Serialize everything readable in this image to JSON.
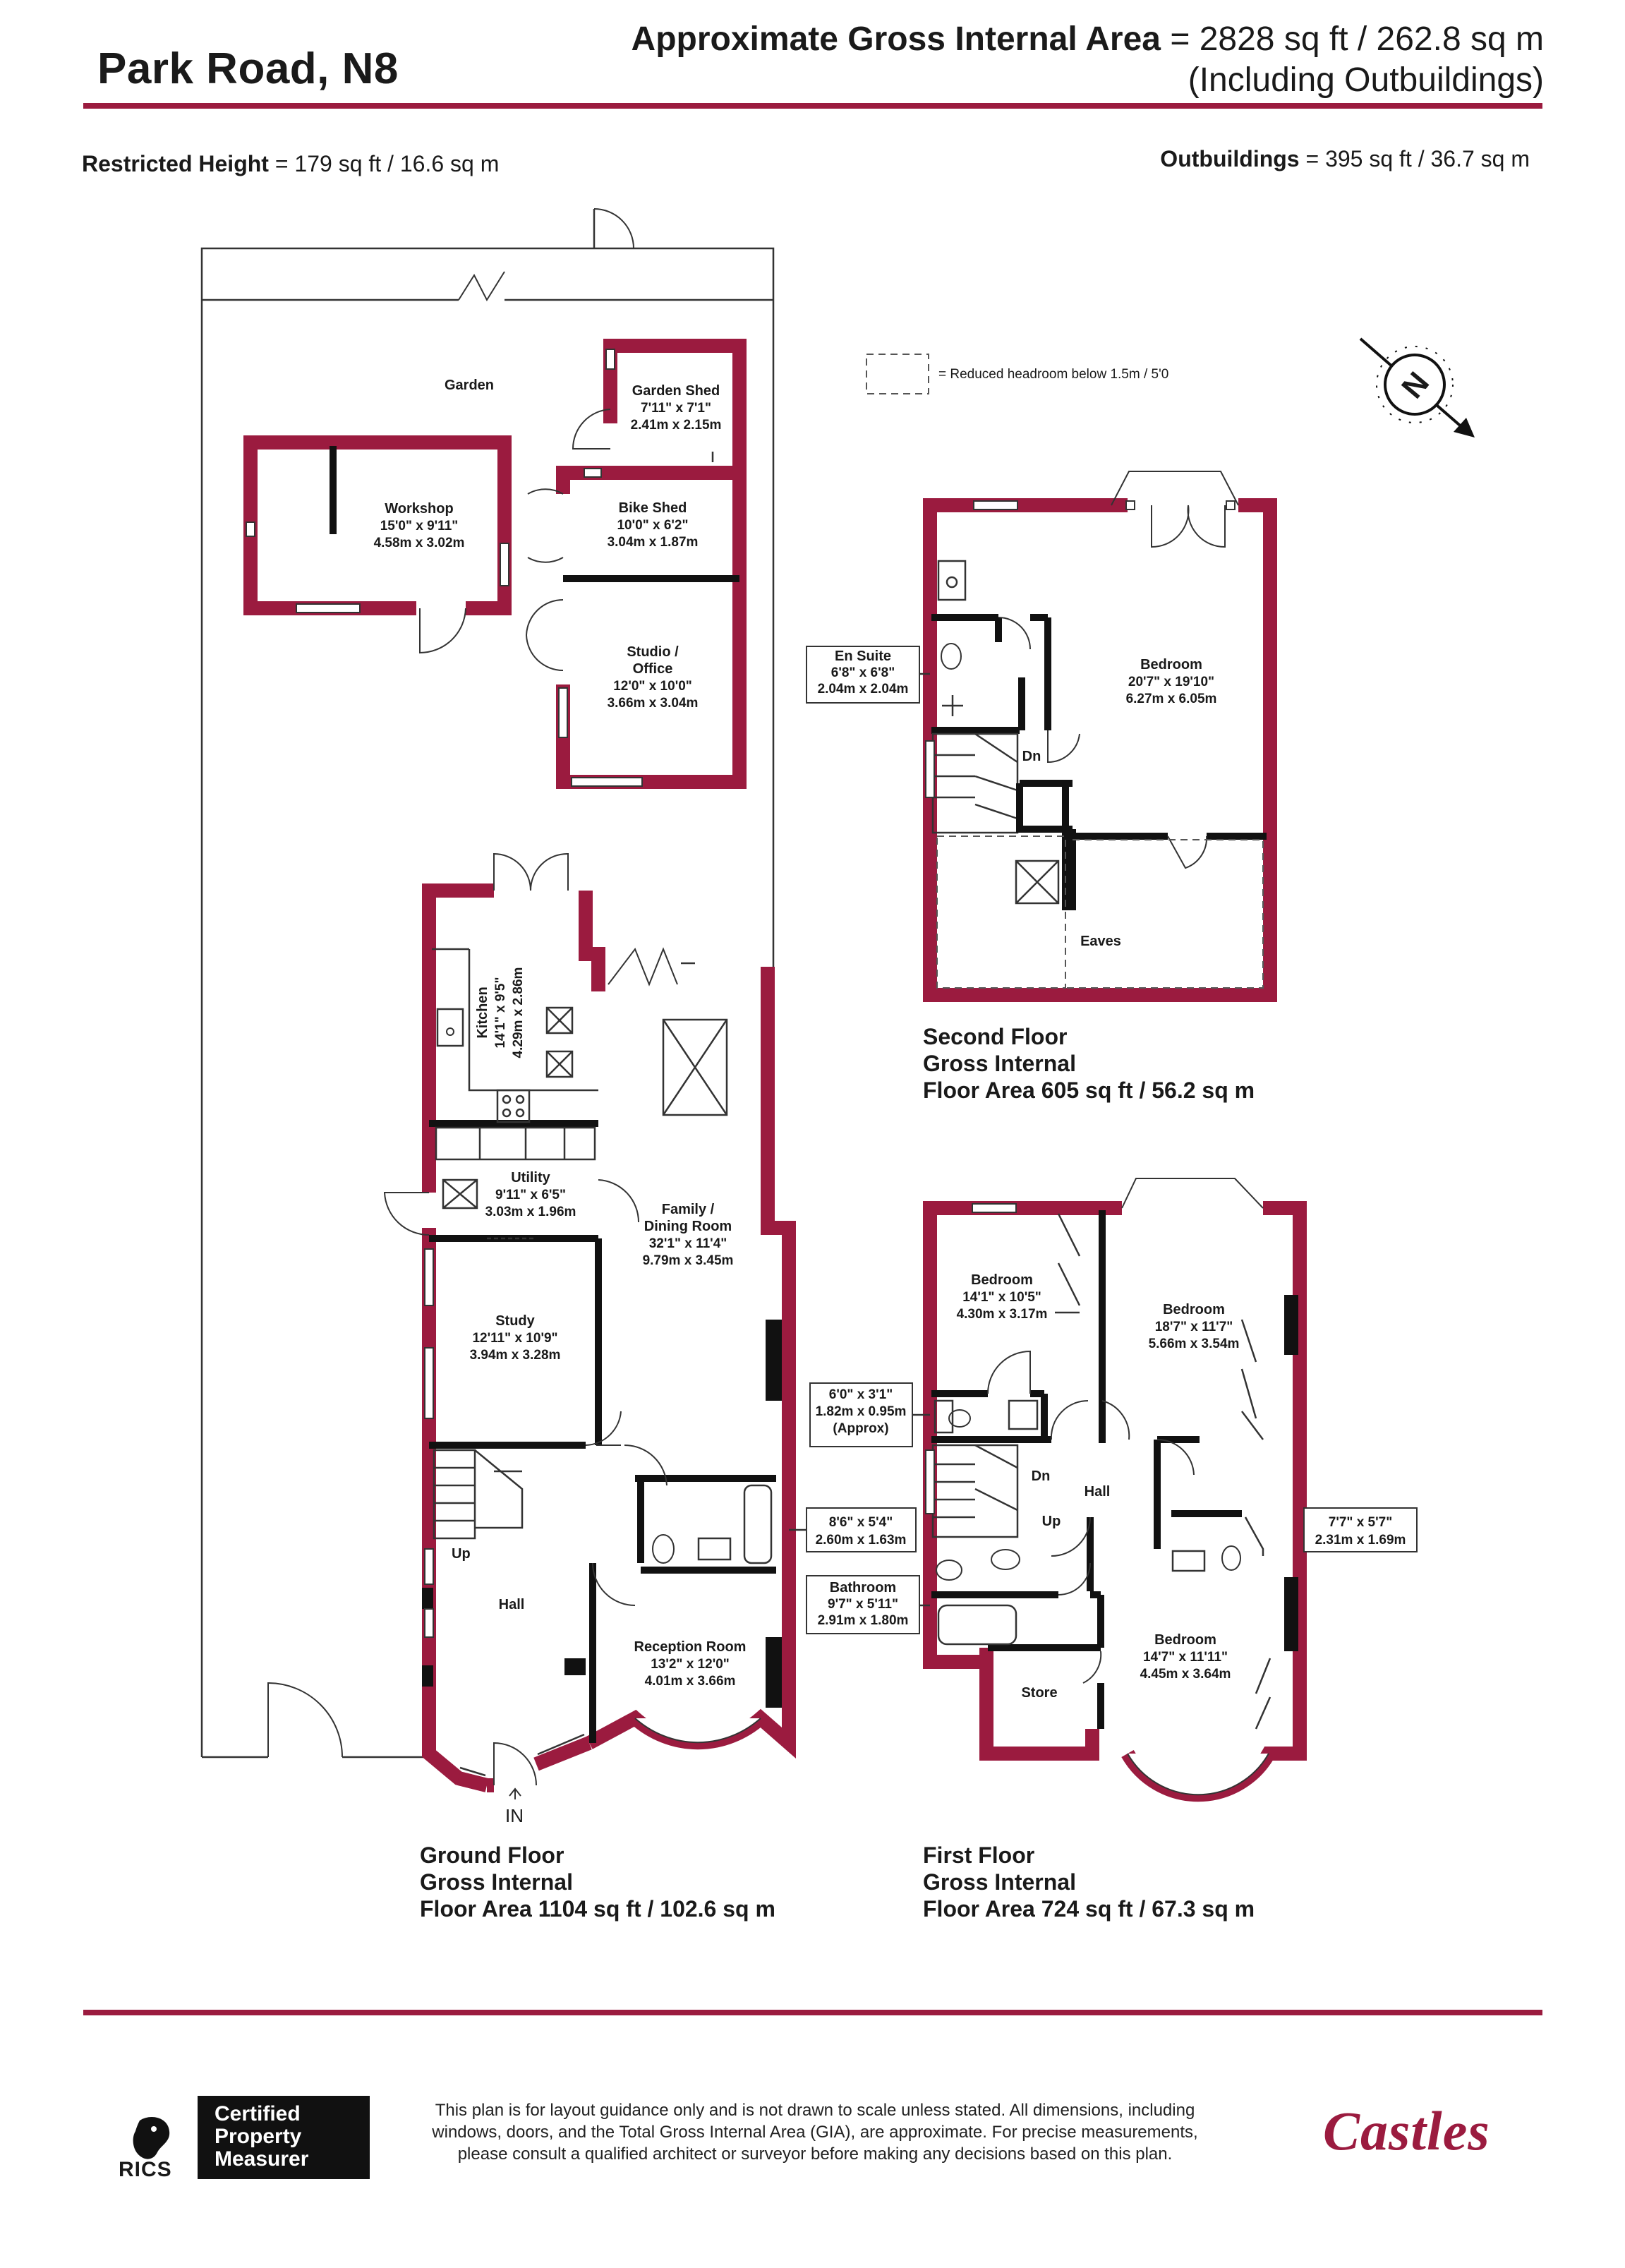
{
  "header": {
    "title": "Park Road, N8",
    "gia_label": "Approximate Gross Internal Area",
    "gia_value": " = 2828 sq ft / 262.8 sq m",
    "gia_note": "(Including Outbuildings)"
  },
  "summary": {
    "restricted_label": "Restricted Height",
    "restricted_value": " = 179 sq ft / 16.6 sq m",
    "outbuildings_label": "Outbuildings",
    "outbuildings_value": " = 395 sq ft / 36.7 sq m"
  },
  "legend": {
    "reduced_headroom": "= Reduced headroom below 1.5m / 5'0"
  },
  "compass": {
    "letter": "N"
  },
  "outbuildings": {
    "garden": "Garden",
    "garden_shed": [
      "Garden Shed",
      "7'11\" x 7'1\"",
      "2.41m x 2.15m"
    ],
    "bike_shed": [
      "Bike Shed",
      "10'0\" x 6'2\"",
      "3.04m x 1.87m"
    ],
    "workshop": [
      "Workshop",
      "15'0\" x 9'11\"",
      "4.58m x 3.02m"
    ],
    "studio": [
      "Studio /",
      "Office",
      "12'0\" x 10'0\"",
      "3.66m x 3.04m"
    ]
  },
  "ground_floor": {
    "kitchen": [
      "Kitchen",
      "14'1\" x 9'5\"",
      "4.29m x 2.86m"
    ],
    "utility": [
      "Utility",
      "9'11\" x 6'5\"",
      "3.03m x 1.96m"
    ],
    "family": [
      "Family /",
      "Dining Room",
      "32'1\" x 11'4\"",
      "9.79m x 3.45m"
    ],
    "study": [
      "Study",
      "12'11\" x 10'9\"",
      "3.94m x 3.28m"
    ],
    "hall": "Hall",
    "up": "Up",
    "wc_dims": [
      "8'6\" x 5'4\"",
      "2.60m x 1.63m"
    ],
    "reception": [
      "Reception Room",
      "13'2\" x 12'0\"",
      "4.01m x 3.66m"
    ],
    "entrance": "IN",
    "area": [
      "Ground Floor",
      "Gross Internal",
      "Floor Area 1104 sq ft / 102.6 sq m"
    ]
  },
  "second_floor": {
    "ensuite": [
      "En Suite",
      "6'8\" x 6'8\"",
      "2.04m x 2.04m"
    ],
    "bedroom": [
      "Bedroom",
      "20'7\" x 19'10\"",
      "6.27m x 6.05m"
    ],
    "dn": "Dn",
    "eaves": "Eaves",
    "area": [
      "Second Floor",
      "Gross Internal",
      "Floor Area 605 sq ft / 56.2 sq m"
    ]
  },
  "first_floor": {
    "bedroom1": [
      "Bedroom",
      "14'1\" x 10'5\"",
      "4.30m x 3.17m"
    ],
    "bedroom2": [
      "Bedroom",
      "18'7\" x 11'7\"",
      "5.66m x 3.54m"
    ],
    "wc_dims": [
      "6'0\" x 3'1\"",
      "1.82m x 0.95m",
      "(Approx)"
    ],
    "dn": "Dn",
    "up": "Up",
    "hall": "Hall",
    "shower_dims": [
      "7'7\" x 5'7\"",
      "2.31m x 1.69m"
    ],
    "bathroom": [
      "Bathroom",
      "9'7\" x 5'11\"",
      "2.91m x 1.80m"
    ],
    "store": "Store",
    "bedroom3": [
      "Bedroom",
      "14'7\" x 11'11\"",
      "4.45m x 3.64m"
    ],
    "area": [
      "First Floor",
      "Gross Internal",
      "Floor Area 724 sq ft / 67.3 sq m"
    ]
  },
  "footer": {
    "rics": "RICS",
    "cpm": [
      "Certified",
      "Property",
      "Measurer"
    ],
    "disclaimer": "This plan is for layout guidance only and is not drawn to scale unless stated. All dimensions, including windows, doors, and the Total Gross Internal Area (GIA), are approximate. For precise measurements, please consult a qualified architect or surveyor before making any decisions based on this plan.",
    "brand": "Castles"
  },
  "colors": {
    "wall": "#9b1b3f",
    "rule": "#9b1b3f",
    "ink": "#1a1a1a"
  }
}
